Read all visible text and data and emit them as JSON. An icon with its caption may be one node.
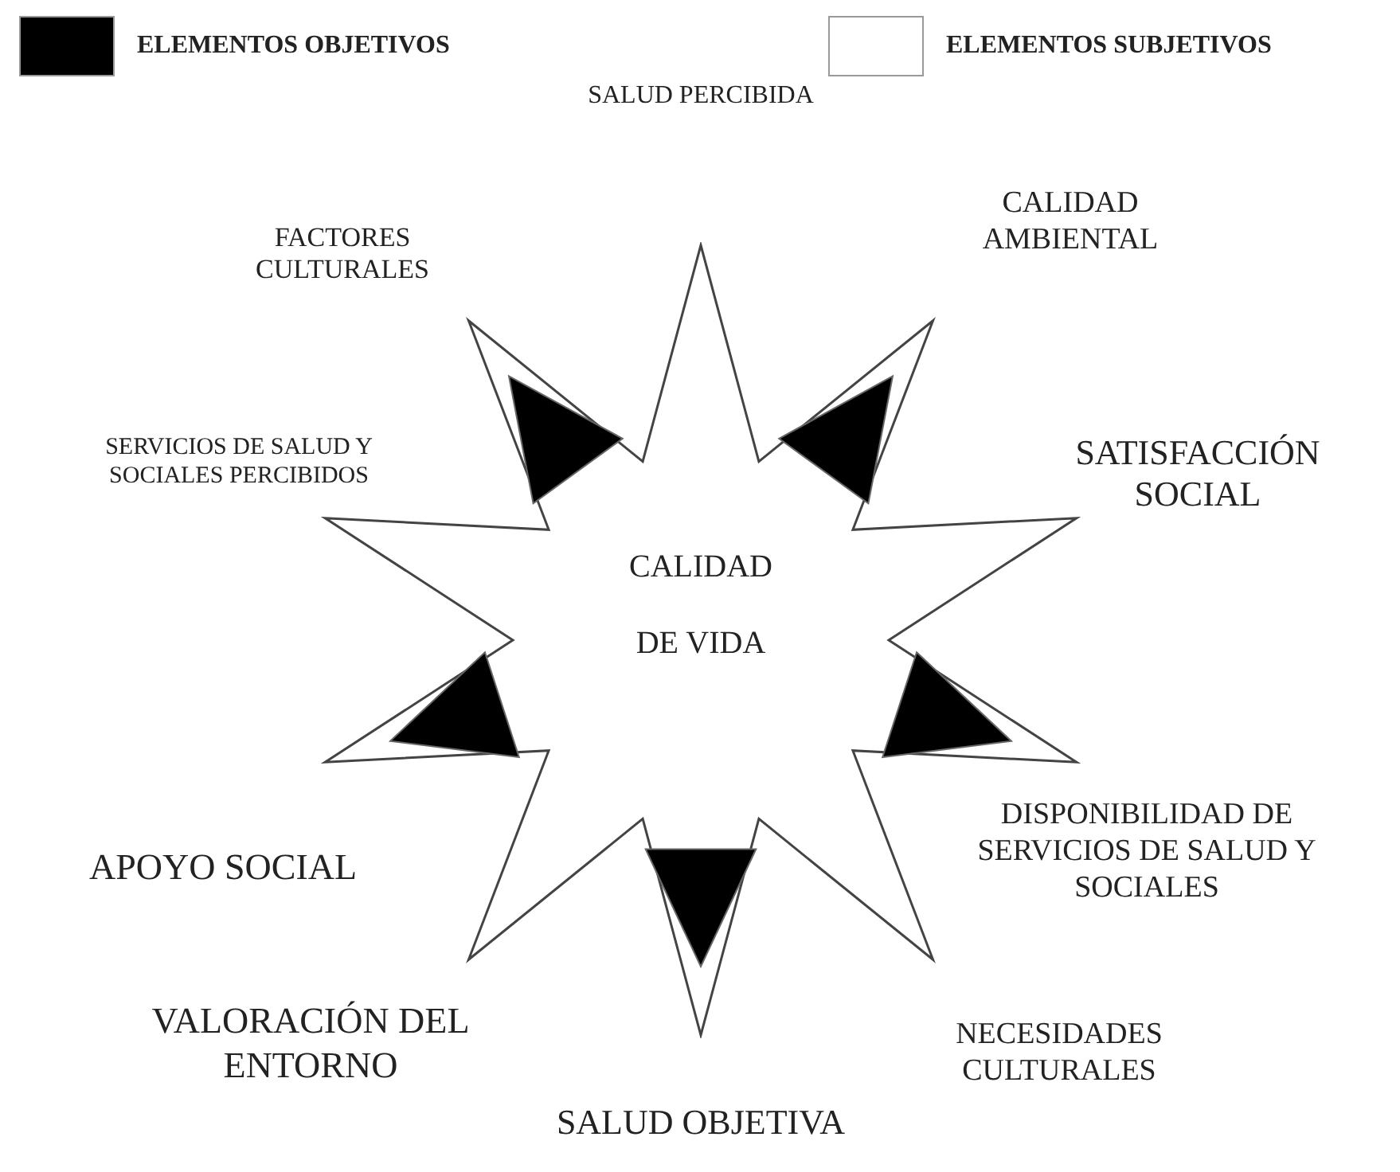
{
  "diagram": {
    "nodes": [
      {
        "text": [
          "CALIDAD DE VIDA"
        ]
      }
    ],
    "labels": [
      "SALUD PERCIBIDA",
      "CALIDAD AMBIENTAL",
      "SATISFACCIÓN SOCIAL",
      "DISPONIBILIDAD DE SERVICIOS DE SALUD Y SOCIALES",
      "NECESIDADES CULTURALES",
      "SALUD OBJETIVA",
      "VALORACIÓN DEL ENTORNO",
      "APOYO SOCIAL",
      "SERVICIOS DE SALUD Y SOCIALES PERCIBIDOS",
      "FACTORES CULTURALES"
    ],
    "legend": [
      {
        "text": "ELEMENTOS OBJETIVOS",
        "color": "#000000"
      },
      {
        "text": "ELEMENTOS SUBJETIVOS",
        "color": "#ffffff"
      }
    ]
  }
}
